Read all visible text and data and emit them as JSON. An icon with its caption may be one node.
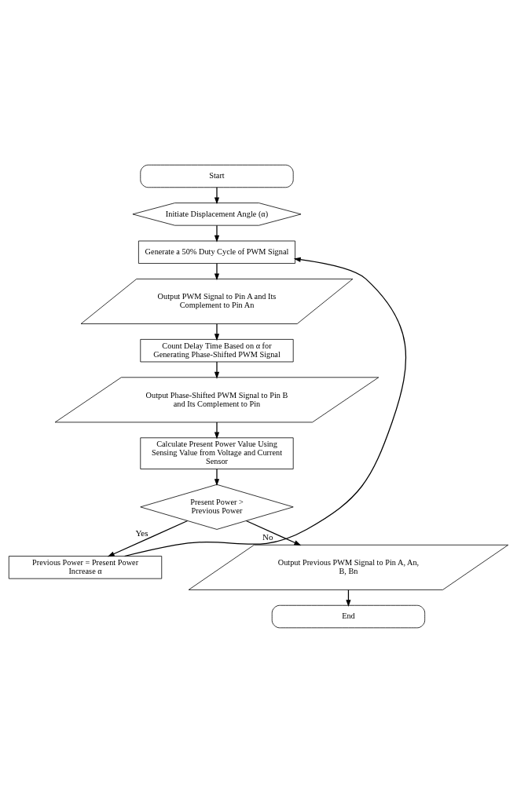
{
  "diagram": {
    "nodes": [
      {
        "text": [
          "Start"
        ]
      },
      {
        "text": [
          "Initiate Displacement Angle (α)"
        ]
      },
      {
        "text": [
          "Generate a 50% Duty Cycle of PWM Signal"
        ]
      },
      {
        "text": [
          "Output PWM Signal to Pin A and Its Complement to Pin An"
        ]
      },
      {
        "text": [
          "Count Delay Time Based on α for Generating Phase-Shifted PWM Signal"
        ]
      },
      {
        "text": [
          "Output Phase-Shifted PWM Signal to Pin B and Its Complement to Pin"
        ]
      },
      {
        "text": [
          "Calculate Present Power Value Using Sensing Value from Voltage and Current Sensor"
        ]
      },
      {
        "text": [
          "Present Power > Previous Power"
        ]
      },
      {
        "text": [
          "Previous Power = Present Power",
          "Increase α"
        ]
      },
      {
        "text": [
          "Output Previous PWM Signal to Pin A, An, B, Bn"
        ]
      },
      {
        "text": [
          "End"
        ]
      }
    ],
    "edges": [
      {
        "from": 0,
        "to": 1,
        "arrow": "to"
      },
      {
        "from": 1,
        "to": 2,
        "arrow": "to"
      },
      {
        "from": 2,
        "to": 3,
        "arrow": "to"
      },
      {
        "from": 3,
        "to": 4,
        "arrow": "to"
      },
      {
        "from": 4,
        "to": 5,
        "arrow": "to"
      },
      {
        "from": 5,
        "to": 6,
        "arrow": "to"
      },
      {
        "from": 6,
        "to": 7,
        "arrow": "to"
      },
      {
        "from": 7,
        "to": 8,
        "arrow": "to",
        "label": "Yes"
      },
      {
        "from": 8,
        "to": 2,
        "arrow": "to"
      },
      {
        "from": 7,
        "to": 9,
        "arrow": "to",
        "label": "No"
      },
      {
        "from": 9,
        "to": 10,
        "arrow": "to"
      }
    ]
  }
}
